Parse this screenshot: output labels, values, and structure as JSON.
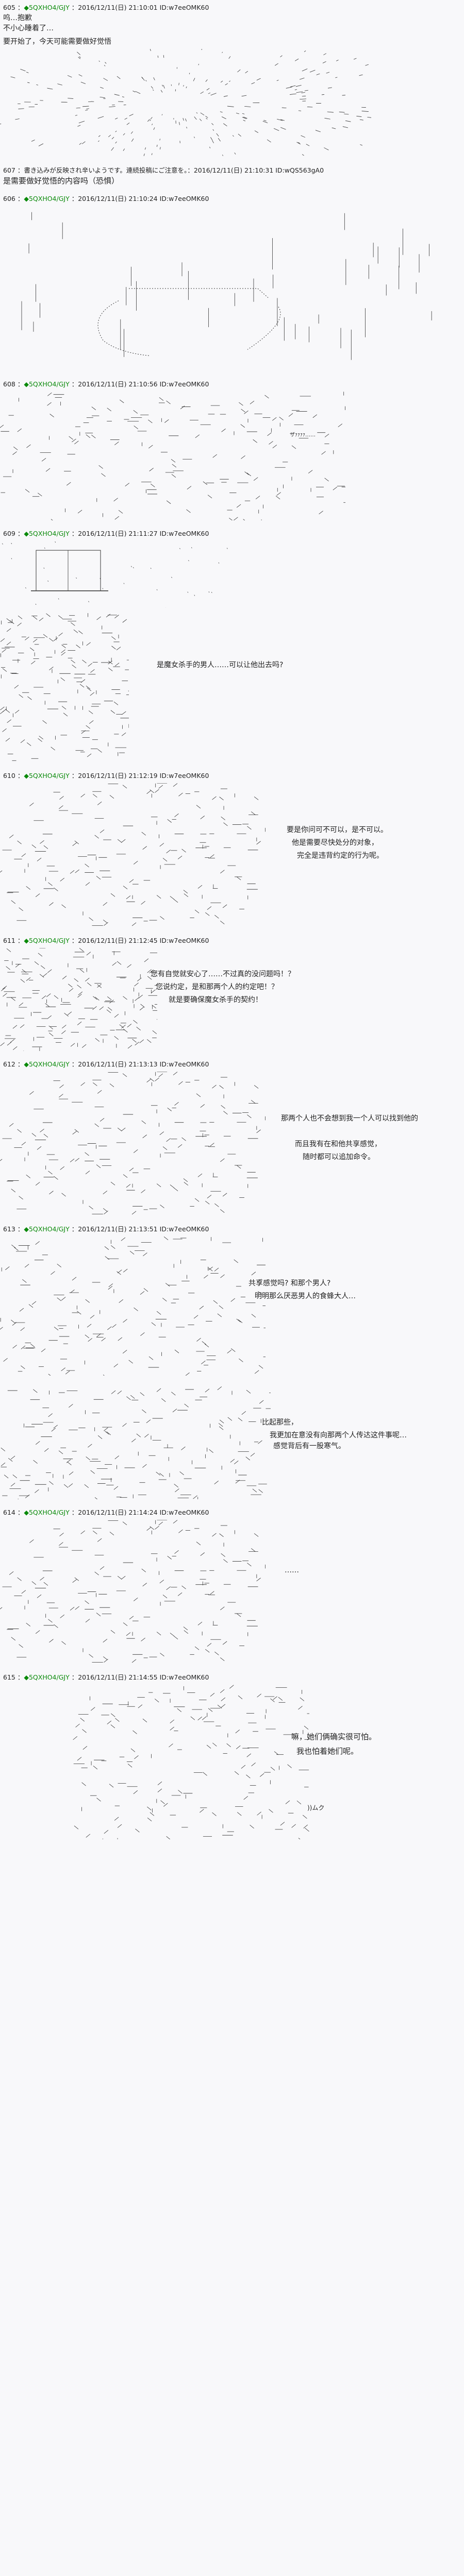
{
  "posts": [
    {
      "no": "605",
      "sep": " ：",
      "dia": "◆",
      "trip": "5QXHO4/GJY",
      "date": " ：2016/12/11(日) 21:10:01 ID:w7eeOMK60",
      "body": [
        "呜…抱歉",
        "不小心睡着了…",
        "要开始了，今天可能需要做好觉悟"
      ]
    },
    {
      "no": "607",
      "sep": " ：",
      "name": "書き込みが反映され辛いようです。連続投稿にご注意を。",
      "date": "：2016/12/11(日) 21:10:31 ID:wQS563gA0",
      "body": [
        "是需要做好觉悟的内容吗（恐惧）"
      ]
    },
    {
      "no": "606",
      "sep": " ：",
      "dia": "◆",
      "trip": "5QXHO4/GJY",
      "date": " ：2016/12/11(日) 21:10:24 ID:w7eeOMK60",
      "body": []
    },
    {
      "no": "608",
      "sep": " ：",
      "dia": "◆",
      "trip": "5QXHO4/GJY",
      "date": " ：2016/12/11(日) 21:10:56 ID:w7eeOMK60",
      "body": [
        "ザｧｧｧｧ……"
      ]
    },
    {
      "no": "609",
      "sep": " ：",
      "dia": "◆",
      "trip": "5QXHO4/GJY",
      "date": " ：2016/12/11(日) 21:11:27 ID:w7eeOMK60",
      "body": [
        "是魔女杀手的男人……可以让他出去吗?"
      ]
    },
    {
      "no": "610",
      "sep": " ：",
      "dia": "◆",
      "trip": "5QXHO4/GJY",
      "date": " ：2016/12/11(日) 21:12:19 ID:w7eeOMK60",
      "body": [
        "要是你问可不可以，是不可以。",
        "他是需要尽快处分的对象，",
        "完全是违背约定的行为呢。"
      ]
    },
    {
      "no": "611",
      "sep": " ：",
      "dia": "◆",
      "trip": "5QXHO4/GJY",
      "date": " ：2016/12/11(日) 21:12:45 ID:w7eeOMK60",
      "body": [
        "您有自觉就安心了……不过真的没问题吗！？",
        "您说约定，是和那两个人的约定吧！？",
        "就是要确保魔女杀手的契约！"
      ]
    },
    {
      "no": "612",
      "sep": " ：",
      "dia": "◆",
      "trip": "5QXHO4/GJY",
      "date": " ：2016/12/11(日) 21:13:13 ID:w7eeOMK60",
      "body": [
        "那两个人也不会想到我一个人可以找到他的",
        "而且我有在和他共享感觉，",
        "随时都可以追加命令。"
      ]
    },
    {
      "no": "613",
      "sep": " ：",
      "dia": "◆",
      "trip": "5QXHO4/GJY",
      "date": " ：2016/12/11(日) 21:13:51 ID:w7eeOMK60",
      "body": [
        "共享感觉吗? 和那个男人?",
        "明明那么厌恶男人的食蜂大人…",
        "比起那些，",
        "我更加在意没有向那两个人传达这件事呢…",
        "感觉背后有一股寒气。"
      ]
    },
    {
      "no": "614",
      "sep": " ：",
      "dia": "◆",
      "trip": "5QXHO4/GJY",
      "date": " ：2016/12/11(日) 21:14:24 ID:w7eeOMK60",
      "body": [
        "……"
      ]
    },
    {
      "no": "615",
      "sep": " ：",
      "dia": "◆",
      "trip": "5QXHO4/GJY",
      "date": " ：2016/12/11(日) 21:14:55 ID:w7eeOMK60",
      "body": [
        "嘛，她们俩确实很可怕。",
        "我也怕着她们呢。",
        "))ムク"
      ]
    }
  ],
  "colors": {
    "trip": "#0a8a0a",
    "background": "#f8f8fa",
    "text": "#222222"
  }
}
